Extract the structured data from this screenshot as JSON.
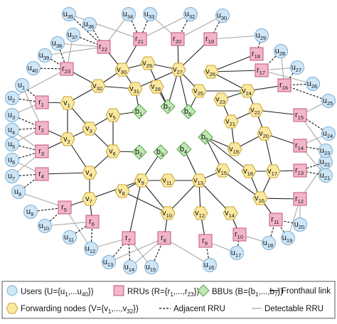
{
  "nodes": {
    "users": [
      {
        "id": "u1",
        "label": "u",
        "sub": "1"
      },
      {
        "id": "u2",
        "label": "u",
        "sub": "2"
      },
      {
        "id": "u3",
        "label": "u",
        "sub": "3"
      },
      {
        "id": "u4",
        "label": "u",
        "sub": "4"
      },
      {
        "id": "u5",
        "label": "u",
        "sub": "5"
      },
      {
        "id": "u6",
        "label": "u",
        "sub": "6"
      },
      {
        "id": "u7",
        "label": "u",
        "sub": "7"
      },
      {
        "id": "u8",
        "label": "u",
        "sub": "8"
      },
      {
        "id": "u9",
        "label": "u",
        "sub": "9"
      },
      {
        "id": "u10",
        "label": "u",
        "sub": "10"
      },
      {
        "id": "u11",
        "label": "u",
        "sub": "11"
      },
      {
        "id": "u12",
        "label": "u",
        "sub": "12"
      },
      {
        "id": "u13",
        "label": "u",
        "sub": "13"
      },
      {
        "id": "u14",
        "label": "u",
        "sub": "14"
      },
      {
        "id": "u15",
        "label": "u",
        "sub": "15"
      },
      {
        "id": "u16",
        "label": "u",
        "sub": "16"
      },
      {
        "id": "u17",
        "label": "u",
        "sub": "17"
      },
      {
        "id": "u18",
        "label": "u",
        "sub": "18"
      },
      {
        "id": "u19",
        "label": "u",
        "sub": "19"
      },
      {
        "id": "u20",
        "label": "u",
        "sub": "20"
      },
      {
        "id": "u21",
        "label": "u",
        "sub": "21"
      },
      {
        "id": "u22",
        "label": "u",
        "sub": "22"
      },
      {
        "id": "u23",
        "label": "u",
        "sub": "23"
      },
      {
        "id": "u24",
        "label": "u",
        "sub": "24"
      },
      {
        "id": "u25",
        "label": "u",
        "sub": "25"
      },
      {
        "id": "u26",
        "label": "u",
        "sub": "26"
      },
      {
        "id": "u27",
        "label": "u",
        "sub": "27"
      },
      {
        "id": "u28",
        "label": "u",
        "sub": "28"
      },
      {
        "id": "u29",
        "label": "u",
        "sub": "29"
      },
      {
        "id": "u30",
        "label": "u",
        "sub": "30"
      },
      {
        "id": "u32",
        "label": "u",
        "sub": "32"
      },
      {
        "id": "u33",
        "label": "u",
        "sub": "33"
      },
      {
        "id": "u34",
        "label": "u",
        "sub": "34"
      },
      {
        "id": "u35",
        "label": "u",
        "sub": "35"
      },
      {
        "id": "u36",
        "label": "u",
        "sub": "36"
      },
      {
        "id": "u37",
        "label": "u",
        "sub": "37"
      },
      {
        "id": "u38",
        "label": "u",
        "sub": "38"
      },
      {
        "id": "u39",
        "label": "u",
        "sub": "39"
      },
      {
        "id": "u40",
        "label": "u",
        "sub": "40"
      }
    ],
    "rrus": [
      {
        "id": "r1",
        "label": "r",
        "sub": "1"
      },
      {
        "id": "r2",
        "label": "r",
        "sub": "2"
      },
      {
        "id": "r3",
        "label": "r",
        "sub": "3"
      },
      {
        "id": "r4",
        "label": "r",
        "sub": "4"
      },
      {
        "id": "r5",
        "label": "r",
        "sub": "5"
      },
      {
        "id": "r6",
        "label": "r",
        "sub": "6"
      },
      {
        "id": "r7",
        "label": "r",
        "sub": "7"
      },
      {
        "id": "r8",
        "label": "r",
        "sub": "8"
      },
      {
        "id": "r9",
        "label": "r",
        "sub": "9"
      },
      {
        "id": "r10",
        "label": "r",
        "sub": "10"
      },
      {
        "id": "r11",
        "label": "r",
        "sub": "11"
      },
      {
        "id": "r12",
        "label": "r",
        "sub": "12"
      },
      {
        "id": "r13",
        "label": "r",
        "sub": "13"
      },
      {
        "id": "r14",
        "label": "r",
        "sub": "14"
      },
      {
        "id": "r15",
        "label": "r",
        "sub": "15"
      },
      {
        "id": "r16",
        "label": "r",
        "sub": "16"
      },
      {
        "id": "r17",
        "label": "r",
        "sub": "17"
      },
      {
        "id": "r18",
        "label": "r",
        "sub": "18"
      },
      {
        "id": "r19",
        "label": "r",
        "sub": "19"
      },
      {
        "id": "r20",
        "label": "r",
        "sub": "20"
      },
      {
        "id": "r21",
        "label": "r",
        "sub": "21"
      },
      {
        "id": "r22",
        "label": "r",
        "sub": "22"
      },
      {
        "id": "r23",
        "label": "r",
        "sub": "23"
      }
    ],
    "bbus": [
      {
        "id": "b1",
        "label": "b",
        "sub": "1"
      },
      {
        "id": "b2",
        "label": "b",
        "sub": "2"
      },
      {
        "id": "b3",
        "label": "b",
        "sub": "3"
      },
      {
        "id": "b4",
        "label": "b",
        "sub": "4"
      },
      {
        "id": "b5",
        "label": "b",
        "sub": "5"
      },
      {
        "id": "b6",
        "label": "b",
        "sub": "6"
      },
      {
        "id": "b7",
        "label": "b",
        "sub": "7"
      }
    ],
    "forwarding": [
      {
        "id": "v1",
        "label": "v",
        "sub": "1"
      },
      {
        "id": "v2",
        "label": "v",
        "sub": "2"
      },
      {
        "id": "v3",
        "label": "v",
        "sub": "3"
      },
      {
        "id": "v4",
        "label": "v",
        "sub": "4"
      },
      {
        "id": "v5",
        "label": "v",
        "sub": "5"
      },
      {
        "id": "v6",
        "label": "v",
        "sub": "6"
      },
      {
        "id": "v7",
        "label": "v",
        "sub": "7"
      },
      {
        "id": "v8",
        "label": "v",
        "sub": "8"
      },
      {
        "id": "v9",
        "label": "v",
        "sub": "9"
      },
      {
        "id": "v10",
        "label": "v",
        "sub": "10"
      },
      {
        "id": "v11",
        "label": "v",
        "sub": "11"
      },
      {
        "id": "v12",
        "label": "v",
        "sub": "12"
      },
      {
        "id": "v13",
        "label": "v",
        "sub": "13"
      },
      {
        "id": "v14",
        "label": "v",
        "sub": "14"
      },
      {
        "id": "v15",
        "label": "v",
        "sub": "15"
      },
      {
        "id": "v16",
        "label": "v",
        "sub": "16"
      },
      {
        "id": "v17",
        "label": "v",
        "sub": "17"
      },
      {
        "id": "v18",
        "label": "v",
        "sub": "18"
      },
      {
        "id": "v19",
        "label": "v",
        "sub": "19"
      },
      {
        "id": "v20",
        "label": "v",
        "sub": "20"
      },
      {
        "id": "v21",
        "label": "v",
        "sub": "21"
      },
      {
        "id": "v22",
        "label": "v",
        "sub": "22"
      },
      {
        "id": "v23",
        "label": "v",
        "sub": "23"
      },
      {
        "id": "v24",
        "label": "v",
        "sub": "24"
      },
      {
        "id": "v25",
        "label": "v",
        "sub": "25"
      },
      {
        "id": "v26",
        "label": "v",
        "sub": "26"
      },
      {
        "id": "v27",
        "label": "v",
        "sub": "27"
      },
      {
        "id": "v28",
        "label": "v",
        "sub": "28"
      },
      {
        "id": "v29",
        "label": "v",
        "sub": "29"
      },
      {
        "id": "v30",
        "label": "v",
        "sub": "30"
      },
      {
        "id": "v31",
        "label": "v",
        "sub": "31"
      },
      {
        "id": "v32",
        "label": "v",
        "sub": "32"
      }
    ]
  },
  "edges": {
    "fronthaul": [
      [
        "r1",
        "v1"
      ],
      [
        "r2",
        "v2"
      ],
      [
        "r3",
        "v2"
      ],
      [
        "r4",
        "v4"
      ],
      [
        "r5",
        "v7"
      ],
      [
        "r6",
        "v7"
      ],
      [
        "r7",
        "v9"
      ],
      [
        "r8",
        "v10"
      ],
      [
        "r9",
        "v12"
      ],
      [
        "r10",
        "v14"
      ],
      [
        "r11",
        "v16"
      ],
      [
        "r12",
        "v16"
      ],
      [
        "r13",
        "v17"
      ],
      [
        "r14",
        "v20"
      ],
      [
        "r15",
        "v22"
      ],
      [
        "r16",
        "v24"
      ],
      [
        "r17",
        "v26"
      ],
      [
        "r18",
        "v26"
      ],
      [
        "r19",
        "v27"
      ],
      [
        "r20",
        "v27"
      ],
      [
        "r21",
        "v30"
      ],
      [
        "r22",
        "v30"
      ],
      [
        "r23",
        "v32"
      ],
      [
        "v1",
        "v2"
      ],
      [
        "v1",
        "v3"
      ],
      [
        "v1",
        "v32"
      ],
      [
        "v2",
        "v4"
      ],
      [
        "v2",
        "v3"
      ],
      [
        "v3",
        "v5"
      ],
      [
        "v3",
        "v6"
      ],
      [
        "v5",
        "v6"
      ],
      [
        "v5",
        "b1"
      ],
      [
        "v4",
        "v6"
      ],
      [
        "v6",
        "b2"
      ],
      [
        "v4",
        "v7"
      ],
      [
        "v7",
        "v9"
      ],
      [
        "v8",
        "v9"
      ],
      [
        "v9",
        "b3"
      ],
      [
        "v9",
        "v10"
      ],
      [
        "v9",
        "v11"
      ],
      [
        "v8",
        "v10"
      ],
      [
        "v11",
        "v13"
      ],
      [
        "b4",
        "v13"
      ],
      [
        "v13",
        "v12"
      ],
      [
        "v13",
        "v14"
      ],
      [
        "v13",
        "v15"
      ],
      [
        "v13",
        "v10"
      ],
      [
        "b5",
        "v15"
      ],
      [
        "b5",
        "v19"
      ],
      [
        "b5",
        "v18"
      ],
      [
        "v15",
        "v16"
      ],
      [
        "v16",
        "v18"
      ],
      [
        "v16",
        "v17"
      ],
      [
        "v17",
        "v18"
      ],
      [
        "v17",
        "v20"
      ],
      [
        "v19",
        "v20"
      ],
      [
        "v19",
        "v21"
      ],
      [
        "v21",
        "v22"
      ],
      [
        "v22",
        "v20"
      ],
      [
        "v22",
        "v24"
      ],
      [
        "v21",
        "v23"
      ],
      [
        "v23",
        "v24"
      ],
      [
        "v24",
        "v25"
      ],
      [
        "v24",
        "v26"
      ],
      [
        "v25",
        "v27"
      ],
      [
        "v25",
        "b6"
      ],
      [
        "v27",
        "b6"
      ],
      [
        "v27",
        "b7"
      ],
      [
        "v28",
        "b7"
      ],
      [
        "v29",
        "b7"
      ],
      [
        "v29",
        "v30"
      ],
      [
        "v29",
        "v27"
      ],
      [
        "v30",
        "v32"
      ],
      [
        "v30",
        "v31"
      ],
      [
        "v31",
        "v27"
      ],
      [
        "v31",
        "b1"
      ],
      [
        "v32",
        "v31"
      ]
    ],
    "adjacent": [
      [
        "u1",
        "r1"
      ],
      [
        "u2",
        "r1"
      ],
      [
        "u3",
        "r2"
      ],
      [
        "u4",
        "r2"
      ],
      [
        "u5",
        "r3"
      ],
      [
        "u6",
        "r3"
      ],
      [
        "u7",
        "r4"
      ],
      [
        "u8",
        "r4"
      ],
      [
        "u9",
        "r5"
      ],
      [
        "u10",
        "r5"
      ],
      [
        "u11",
        "r6"
      ],
      [
        "u12",
        "r6"
      ],
      [
        "u13",
        "r7"
      ],
      [
        "u14",
        "r7"
      ],
      [
        "u15",
        "r8"
      ],
      [
        "u16",
        "r9"
      ],
      [
        "u17",
        "r10"
      ],
      [
        "u18",
        "r11"
      ],
      [
        "u19",
        "r11"
      ],
      [
        "u20",
        "r11"
      ],
      [
        "u21",
        "r13"
      ],
      [
        "u22",
        "r13"
      ],
      [
        "u23",
        "r14"
      ],
      [
        "u24",
        "r15"
      ],
      [
        "u25",
        "r16"
      ],
      [
        "u26",
        "r16"
      ],
      [
        "u27",
        "r16"
      ],
      [
        "u28",
        "r17"
      ],
      [
        "u29",
        "r18"
      ],
      [
        "u30",
        "r19"
      ],
      [
        "u32",
        "r20"
      ],
      [
        "u33",
        "r21"
      ],
      [
        "u34",
        "r21"
      ],
      [
        "u35",
        "r22"
      ],
      [
        "u36",
        "r22"
      ],
      [
        "u37",
        "r22"
      ],
      [
        "u38",
        "r23"
      ],
      [
        "u39",
        "r23"
      ],
      [
        "u40",
        "r23"
      ]
    ],
    "detectable": [
      [
        "u1",
        "r2"
      ],
      [
        "u2",
        "r23"
      ],
      [
        "u3",
        "r1"
      ],
      [
        "u4",
        "r3"
      ],
      [
        "u5",
        "r2"
      ],
      [
        "u6",
        "r4"
      ],
      [
        "u7",
        "r3"
      ],
      [
        "u8",
        "r5"
      ],
      [
        "u10",
        "r6"
      ],
      [
        "u12",
        "r7"
      ],
      [
        "u12",
        "r5"
      ],
      [
        "u13",
        "r8"
      ],
      [
        "u14",
        "r8"
      ],
      [
        "u15",
        "r7"
      ],
      [
        "u16",
        "r8"
      ],
      [
        "u17",
        "r9"
      ],
      [
        "u18",
        "r10"
      ],
      [
        "u19",
        "r12"
      ],
      [
        "u20",
        "r12"
      ],
      [
        "u21",
        "r14"
      ],
      [
        "u22",
        "r12"
      ],
      [
        "u23",
        "r15"
      ],
      [
        "u24",
        "r14"
      ],
      [
        "u25",
        "r15"
      ],
      [
        "u26",
        "r17"
      ],
      [
        "u27",
        "r17"
      ],
      [
        "u28",
        "r16"
      ],
      [
        "u29",
        "r19"
      ],
      [
        "u30",
        "r20"
      ],
      [
        "u32",
        "r21"
      ],
      [
        "u33",
        "r20"
      ],
      [
        "u34",
        "r22"
      ],
      [
        "u35",
        "r21"
      ],
      [
        "u37",
        "r23"
      ],
      [
        "u38",
        "r22"
      ],
      [
        "u39",
        "r22"
      ]
    ]
  },
  "legend": {
    "users": {
      "label": "Users (U={u",
      "sub1": "1",
      "mid": ",...u",
      "sub2": "40",
      "end": "})"
    },
    "rrus": {
      "label": "RRUs (R={r",
      "sub1": "1",
      "mid": ",...,r",
      "sub2": "23",
      "end": "})"
    },
    "bbus": {
      "label": "BBUs (B={b",
      "sub1": "1",
      "mid": ",...,b",
      "sub2": "7",
      "end": "})"
    },
    "fronthaul": {
      "label": "Fronthaul link"
    },
    "forwarding": {
      "label": "Forwarding nodes (V={v",
      "sub1": "1",
      "mid": ",...,v",
      "sub2": "32",
      "end": "})"
    },
    "adjacent": {
      "label": "Adjacent RRU"
    },
    "detectable": {
      "label": "Detectable RRU"
    }
  },
  "colors": {
    "user_fill": "#cfe6f7",
    "user_stroke": "#7eaed3",
    "rru_fill": "#f3b6c9",
    "rru_stroke": "#c0557a",
    "bbu_fill": "#bfe9b3",
    "bbu_stroke": "#5aa34a",
    "fwd_fill": "#fbe9a1",
    "fwd_stroke": "#c6a32e",
    "fronthaul": "#222222",
    "adjacent": "#111111",
    "detectable": "#a8a8a8"
  }
}
